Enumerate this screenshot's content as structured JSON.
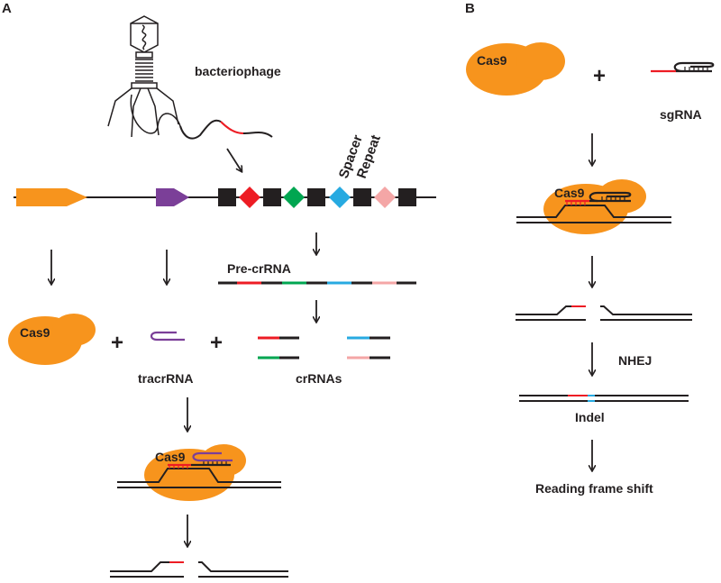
{
  "panels": {
    "a": "A",
    "b": "B"
  },
  "labels": {
    "bacteriophage": "bacteriophage",
    "spacer": "Spacer",
    "repeat": "Repeat",
    "pre_crrna": "Pre-crRNA",
    "cas9": "Cas9",
    "tracrrna": "tracrRNA",
    "crrnas": "crRNAs",
    "sgrna": "sgRNA",
    "nhej": "NHEJ",
    "indel": "Indel",
    "reading_frame_shift": "Reading frame shift",
    "plus": "+"
  },
  "colors": {
    "cas9": "#f7941d",
    "tracr": "#7b3f98",
    "dna": "#231f20",
    "spacers": [
      "#ed1c24",
      "#00a651",
      "#27aae1",
      "#f4a6a6"
    ]
  }
}
